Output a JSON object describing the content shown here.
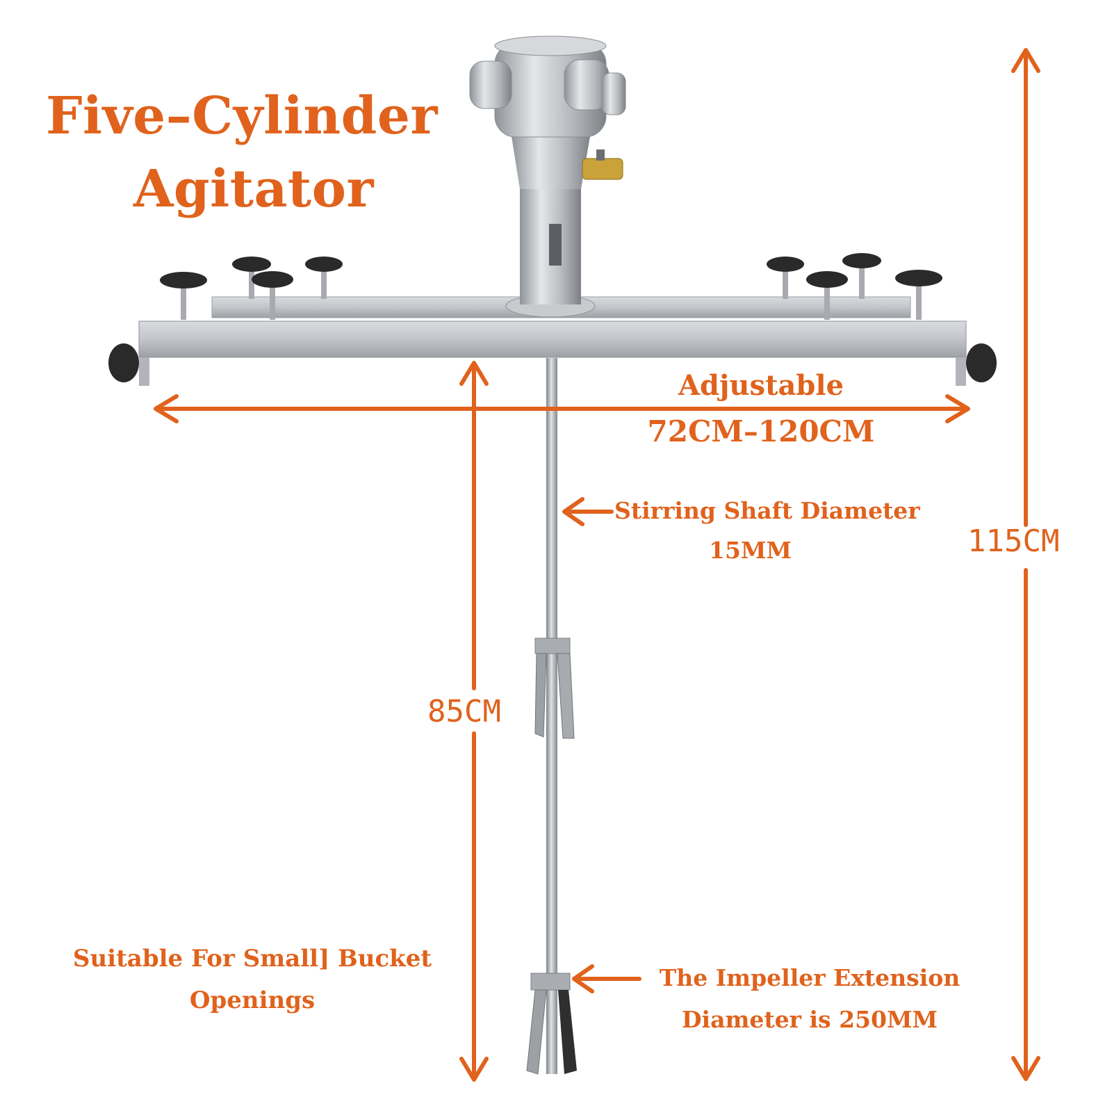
{
  "title": {
    "line1": "Five–Cylinder",
    "line2": "Agitator"
  },
  "width_label": {
    "line1": "Adjustable",
    "line2": "72CM–120CM"
  },
  "shaft_label": {
    "line1": "Stirring Shaft Diameter",
    "line2": "15MM"
  },
  "height_total": "115CM",
  "height_shaft": "85CM",
  "bucket_note": {
    "line1": "Suitable For Small] Bucket",
    "line2": "Openings"
  },
  "impeller_note": {
    "line1": "The Impeller Extension",
    "line2": "Diameter is 250MM"
  },
  "colors": {
    "accent": "#e0621c",
    "metal": "#b9bcc0",
    "knob": "#2a2a2a",
    "brass": "#c9a23a"
  }
}
